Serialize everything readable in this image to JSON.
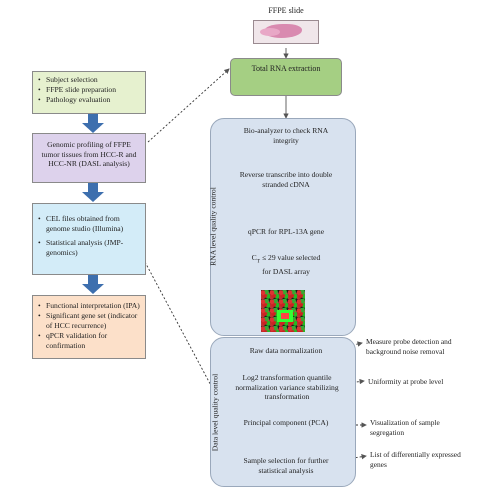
{
  "slide": {
    "title": "FFPE slide"
  },
  "left_flow": {
    "box1": {
      "items": [
        "Subject selection",
        "FFPE slide preparation",
        "Pathology evaluation"
      ]
    },
    "box2": {
      "text": "Genomic profiling of FFPE tumor tissues from HCC-R and HCC-NR (DASL analysis)"
    },
    "box3": {
      "items": [
        "CEL files obtained from genome studio (Illumina)",
        "Statistical analysis (JMP-genomics)"
      ]
    },
    "box4": {
      "items": [
        "Functional interpretation (IPA)",
        "Significant gene set (indicator of HCC recurrence)",
        "qPCR validation for confirmation"
      ]
    }
  },
  "rna_extraction": {
    "label": "Total RNA extraction"
  },
  "rna_qc": {
    "section_label": "RNA level quality control",
    "step1": "Bio-analyzer to check RNA integrity",
    "step2": "Reverse transcribe into double stranded cDNA",
    "step3": "qPCR for RPL-13A gene",
    "step4_prefix": "C",
    "step4_sub": "T",
    "step4_suffix": " ≤ 29 value selected",
    "step4_line2": "for DASL array"
  },
  "data_qc": {
    "section_label": "Data level quality control",
    "step1": "Raw data normalization",
    "step2": "Log2 transformation quantile normalization variance stabilizing transformation",
    "step3": "Principal component (PCA)",
    "step4": "Sample selection for further statistical analysis"
  },
  "annotations": {
    "a1": "Measure probe detection and background noise removal",
    "a2": "Uniformity at probe level",
    "a3": "Visualization of sample segregation",
    "a4": "List of differentially expressed genes"
  },
  "colors": {
    "box1": "#e6f1cf",
    "box2": "#ddd2ec",
    "box3": "#d3ecf8",
    "box4": "#fce0c9",
    "rna": "#a5cf83",
    "panel": "#d8e2ef",
    "arrow": "#3d6fae"
  }
}
